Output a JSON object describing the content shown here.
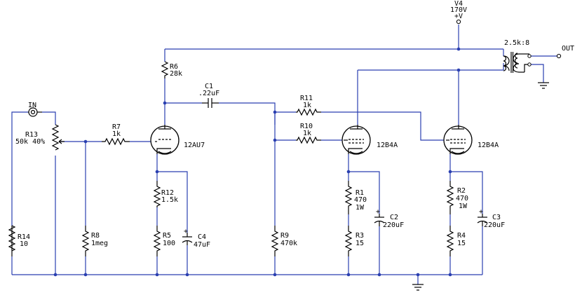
{
  "supply": {
    "name": "V4",
    "value": "170V",
    "node": "+V"
  },
  "input_label": "IN",
  "output_label": "OUT",
  "transformer": "2.5k:8",
  "components": {
    "R1": {
      "name": "R1",
      "value": "470",
      "rating": "1W"
    },
    "R2": {
      "name": "R2",
      "value": "470",
      "rating": "1W"
    },
    "R3": {
      "name": "R3",
      "value": "15"
    },
    "R4": {
      "name": "R4",
      "value": "15"
    },
    "R5": {
      "name": "R5",
      "value": "100"
    },
    "R6": {
      "name": "R6",
      "value": "28k"
    },
    "R7": {
      "name": "R7",
      "value": "1k"
    },
    "R8": {
      "name": "R8",
      "value": "1meg"
    },
    "R9": {
      "name": "R9",
      "value": "470k"
    },
    "R10": {
      "name": "R10",
      "value": "1k"
    },
    "R11": {
      "name": "R11",
      "value": "1k"
    },
    "R12": {
      "name": "R12",
      "value": "1.5k"
    },
    "R13": {
      "name": "R13",
      "value": "50k 40%"
    },
    "R14": {
      "name": "R14",
      "value": "10"
    },
    "C1": {
      "name": "C1",
      "value": ".22uF"
    },
    "C2": {
      "name": "C2",
      "value": "220uF"
    },
    "C3": {
      "name": "C3",
      "value": "220uF"
    },
    "C4": {
      "name": "C4",
      "value": "47uF"
    }
  },
  "tubes": {
    "t1": "12AU7",
    "t2": "12B4A",
    "t3": "12B4A"
  }
}
